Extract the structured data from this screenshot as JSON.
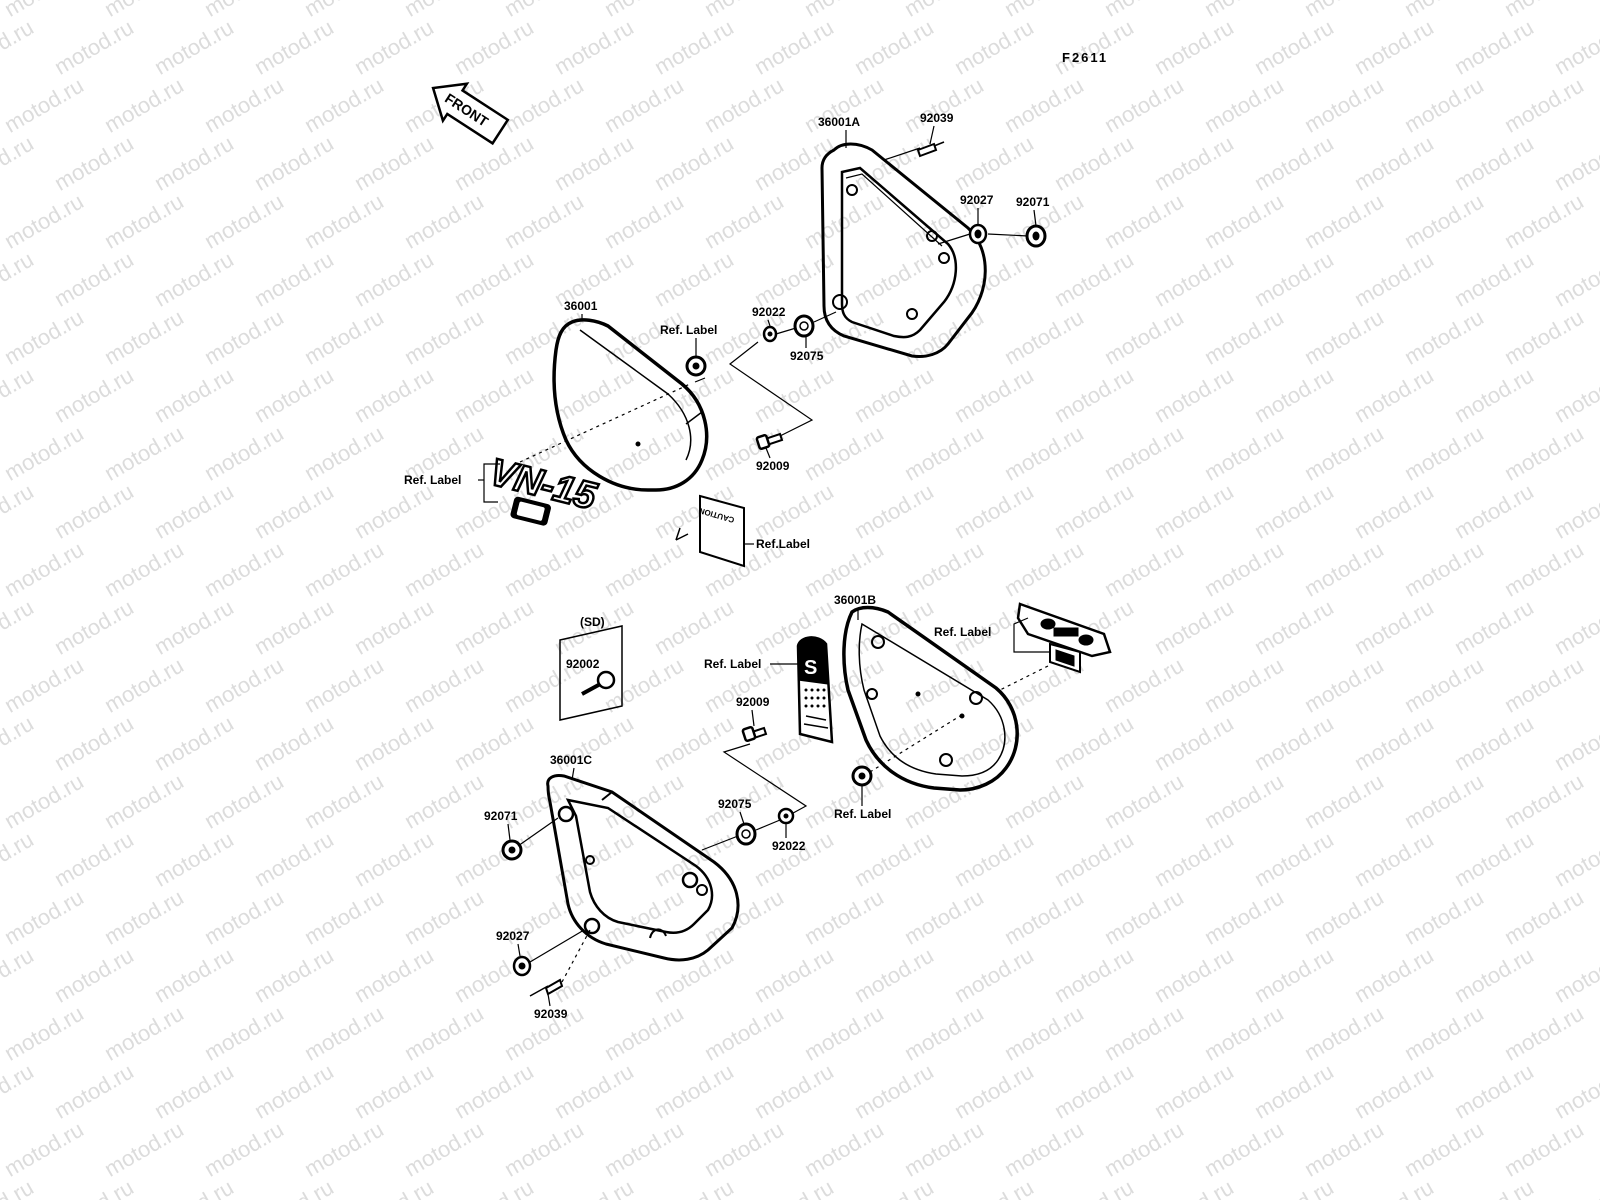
{
  "watermark": {
    "text": "motod.ru"
  },
  "figure_code": "F2611",
  "front_arrow_label": "FRONT",
  "emblem_text": "VN-15",
  "caution_label_text": "CAUTION",
  "callouts": {
    "c36001A": "36001A",
    "c92039_top": "92039",
    "c92027_top": "92027",
    "c92071_top": "92071",
    "c36001": "36001",
    "ref_label_1": "Ref. Label",
    "c92022_top": "92022",
    "c92075_top": "92075",
    "c92009_top": "92009",
    "ref_label_2": "Ref. Label",
    "ref_label_3": "Ref.Label",
    "sd": "(SD)",
    "c92002": "92002",
    "c36001B": "36001B",
    "ref_label_4": "Ref. Label",
    "ref_label_5": "Ref. Label",
    "c92009_bottom": "92009",
    "ref_label_6": "Ref. Label",
    "c36001C": "36001C",
    "c92071_bottom": "92071",
    "c92075_bottom": "92075",
    "c92022_bottom": "92022",
    "c92027_bottom": "92027",
    "c92039_bottom": "92039"
  }
}
